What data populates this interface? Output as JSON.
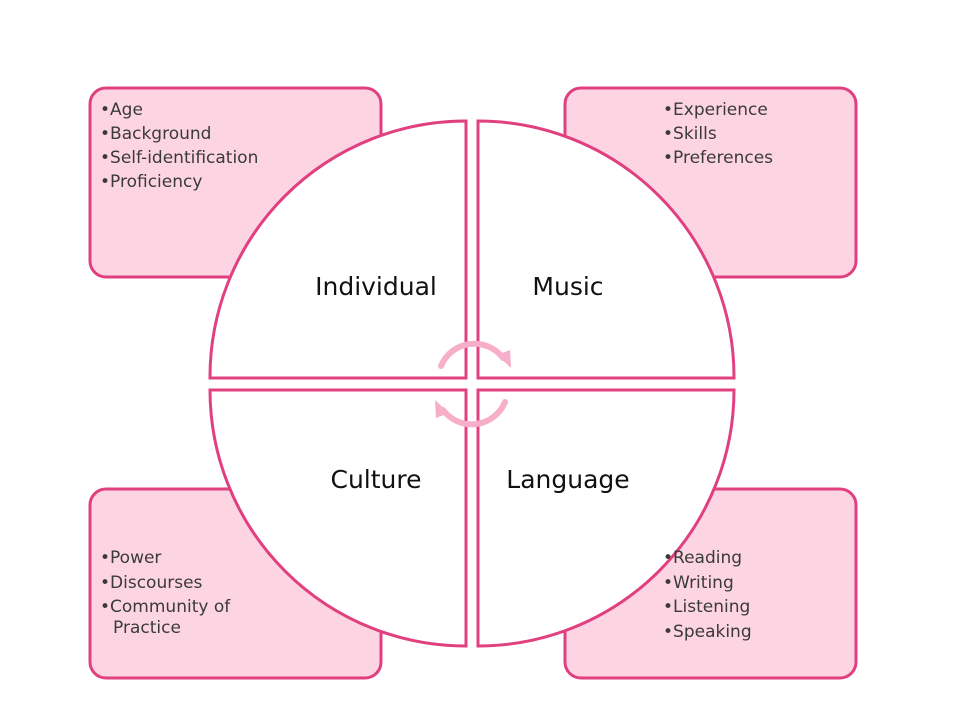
{
  "colors": {
    "box_fill": "#fdd5e2",
    "outline": "#e0407f",
    "circle_fill": "#ffffff",
    "arrow": "#f7aec8"
  },
  "quadrants": {
    "individual": {
      "label": "Individual",
      "items": [
        "•Age",
        "•Background",
        "•Self-identification",
        "•Proficiency"
      ]
    },
    "music": {
      "label": "Music",
      "items": [
        "•Experience",
        "•Skills",
        "•Preferences"
      ]
    },
    "culture": {
      "label": "Culture",
      "items": [
        "•Power",
        "•Discourses",
        "•Community of",
        "Practice"
      ]
    },
    "language": {
      "label": "Language",
      "items": [
        "•Reading",
        "•Writing",
        "•Listening",
        "•Speaking"
      ]
    }
  },
  "center_icon": "circular-arrows-icon"
}
